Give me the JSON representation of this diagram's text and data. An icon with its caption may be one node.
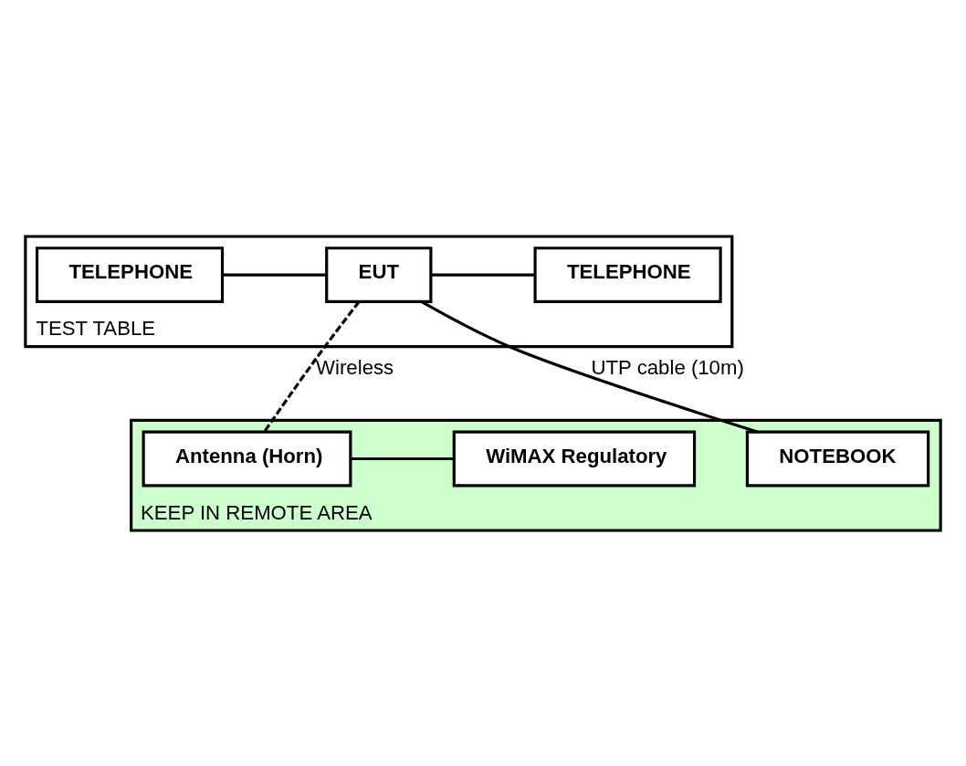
{
  "diagram": {
    "nodes": [
      {
        "text": [
          "TEST TABLE"
        ]
      },
      {
        "text": [
          "TELEPHONE"
        ],
        "in": 0
      },
      {
        "text": [
          "EUT"
        ],
        "in": 0
      },
      {
        "text": [
          "TELEPHONE"
        ],
        "in": 0
      },
      {
        "text": [
          "KEEP IN REMOTE AREA"
        ]
      },
      {
        "text": [
          "WiMAX Regulatory"
        ],
        "in": 4
      },
      {
        "text": [
          "Antenna (Horn)"
        ],
        "in": 4
      },
      {
        "text": [
          "NOTEBOOK"
        ],
        "in": 4
      }
    ],
    "edges": [
      {
        "from": 1,
        "to": 2,
        "arrow": "none"
      },
      {
        "from": 2,
        "to": 3,
        "arrow": "none"
      },
      {
        "from": 2,
        "to": 6,
        "arrow": "none",
        "style": "dashed",
        "label": "Wireless"
      },
      {
        "from": 2,
        "to": 7,
        "arrow": "none",
        "label": "UTP cable (10m)"
      },
      {
        "from": 5,
        "to": 6,
        "arrow": "none"
      }
    ]
  }
}
